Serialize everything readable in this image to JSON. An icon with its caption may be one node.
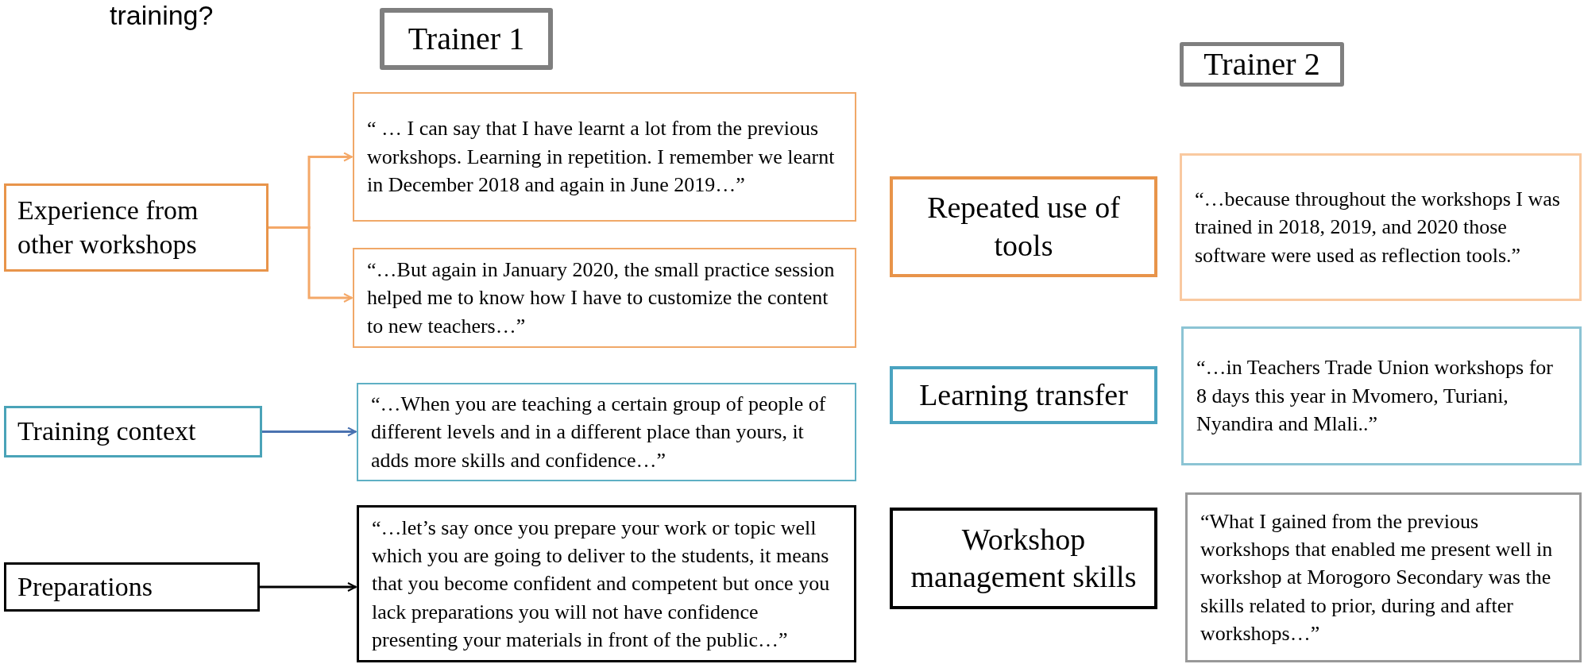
{
  "diagram": {
    "nodes": [
      {
        "text": [
          "Trainer 1"
        ]
      },
      {
        "text": [
          "Trainer 2"
        ]
      },
      {
        "text": [
          "Experience from other workshops"
        ]
      },
      {
        "text": [
          "“ … I can say that I have learnt a lot from the previous workshops. Learning in repetition. I remember we learnt in December 2018 and again in June 2019…”"
        ]
      },
      {
        "text": [
          "“…But again in January 2020, the small practice session helped me to know how I have to customize the content to new teachers…”"
        ]
      },
      {
        "text": [
          "Repeated use of tools"
        ]
      },
      {
        "text": [
          "“…because throughout the workshops I was trained in 2018, 2019, and 2020 those software were used as reflection tools.”"
        ]
      },
      {
        "text": [
          "Learning transfer"
        ]
      },
      {
        "text": [
          "“…in Teachers Trade Union workshops for 8 days this year in Mvomero, Turiani, Nyandira and Mlali..”"
        ]
      },
      {
        "text": [
          "Training context"
        ]
      },
      {
        "text": [
          "“…When you are teaching a certain group of people of different levels and in a different place than yours, it adds more skills and confidence…”"
        ]
      },
      {
        "text": [
          "Preparations"
        ]
      },
      {
        "text": [
          "“…let’s  say once you prepare your work or topic well which you are going to deliver to the students, it means that you become confident and competent but once you lack preparations you will not have confidence presenting your materials in front of the public…”"
        ]
      },
      {
        "text": [
          "Workshop management skills"
        ]
      },
      {
        "text": [
          "“What I gained from the previous workshops that enabled me present well in workshop at Morogoro Secondary was the skills related to prior, during and after workshops…”"
        ]
      }
    ],
    "edges": [
      {
        "from": 2,
        "to": 3,
        "arrow": "to"
      },
      {
        "from": 2,
        "to": 4,
        "arrow": "to"
      },
      {
        "from": 9,
        "to": 10,
        "arrow": "to",
        "color": "#4a72b0"
      },
      {
        "from": 11,
        "to": 12,
        "arrow": "to",
        "color": "#000000"
      }
    ],
    "labels": [
      "training?"
    ]
  }
}
